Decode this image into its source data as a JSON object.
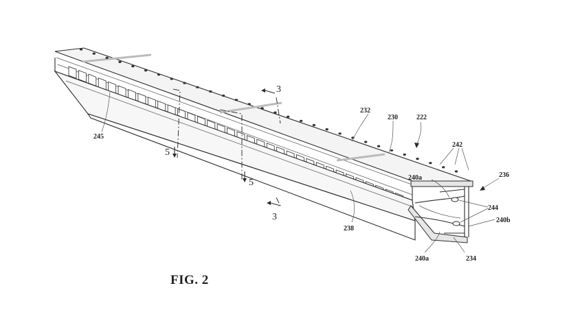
{
  "figure": {
    "caption": "FIG. 2"
  },
  "section_labels": {
    "three_top": "3",
    "three_bottom": "3",
    "five_left": "5",
    "five_right": "5"
  },
  "reference_numerals": {
    "r222": "222",
    "r230": "230",
    "r232": "232",
    "r234": "234",
    "r236": "236",
    "r238": "238",
    "r240a_top": "240a",
    "r240a_bottom": "240a",
    "r240b": "240b",
    "r242": "242",
    "r244": "244",
    "r245": "245"
  }
}
